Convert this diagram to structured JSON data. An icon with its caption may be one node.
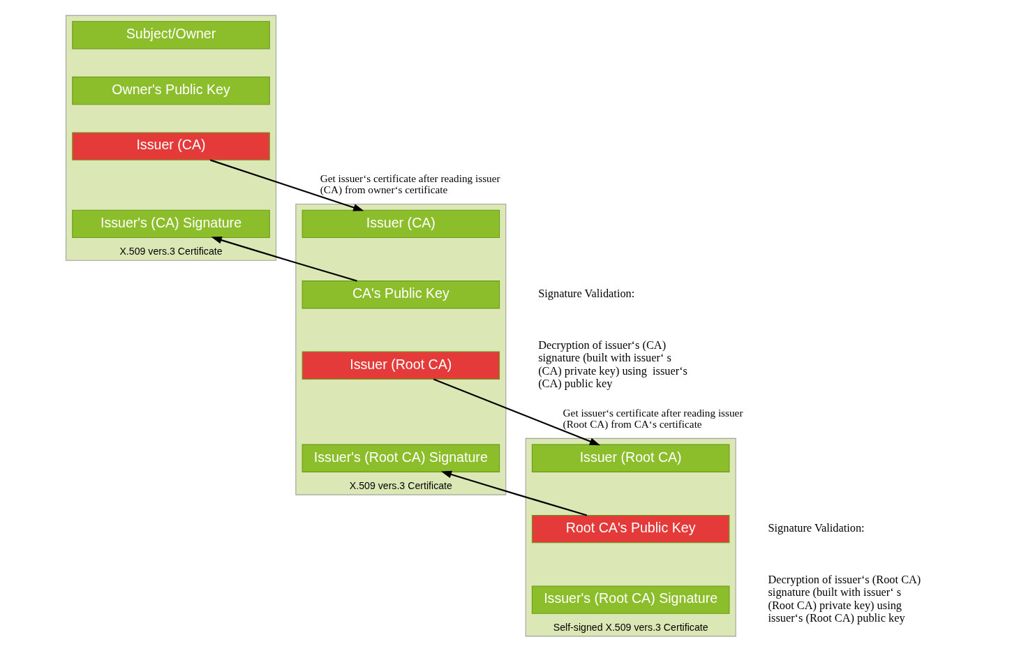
{
  "diagram": {
    "nodes": [
      {
        "text": [
          "X.509 vers.3 Certificate"
        ]
      },
      {
        "text": [
          "Subject/Owner"
        ],
        "in": 0
      },
      {
        "text": [
          "Owner's Public Key"
        ],
        "in": 0
      },
      {
        "text": [
          "Issuer (CA)"
        ],
        "in": 0
      },
      {
        "text": [
          "Issuer's (CA) Signature"
        ],
        "in": 0
      },
      {
        "text": [
          "X.509 vers.3 Certificate"
        ]
      },
      {
        "text": [
          "Issuer (CA)"
        ],
        "in": 5
      },
      {
        "text": [
          "CA's Public Key"
        ],
        "in": 5
      },
      {
        "text": [
          "Issuer (Root CA)"
        ],
        "in": 5
      },
      {
        "text": [
          "Issuer's (Root CA) Signature"
        ],
        "in": 5
      },
      {
        "text": [
          "Self-signed X.509 vers.3 Certificate"
        ]
      },
      {
        "text": [
          "Issuer (Root CA)"
        ],
        "in": 10
      },
      {
        "text": [
          "Root CA's Public Key"
        ],
        "in": 10
      },
      {
        "text": [
          "Issuer's (Root CA) Signature"
        ],
        "in": 10
      }
    ],
    "edges": [
      {
        "from": 3,
        "to": 6,
        "arrow": "to",
        "label": "Get issuer‘s certificate after reading issuer (CA) from owner‘s certificate"
      },
      {
        "from": 7,
        "to": 4,
        "arrow": "to"
      },
      {
        "from": 8,
        "to": 11,
        "arrow": "to",
        "label": "Get issuer‘s certificate after reading issuer (Root CA) from CA‘s certificate"
      },
      {
        "from": 12,
        "to": 9,
        "arrow": "to"
      }
    ],
    "labels": [
      "Signature Validation:",
      "Decryption of issuer‘s (CA) signature (built with issuer‘ s (CA) private key) using  issuer‘s (CA) public key",
      "Signature Validation:",
      "Decryption of issuer‘s (Root CA) signature (built with issuer‘ s (Root CA) private key) using  issuer‘s (Root CA) public key"
    ]
  }
}
